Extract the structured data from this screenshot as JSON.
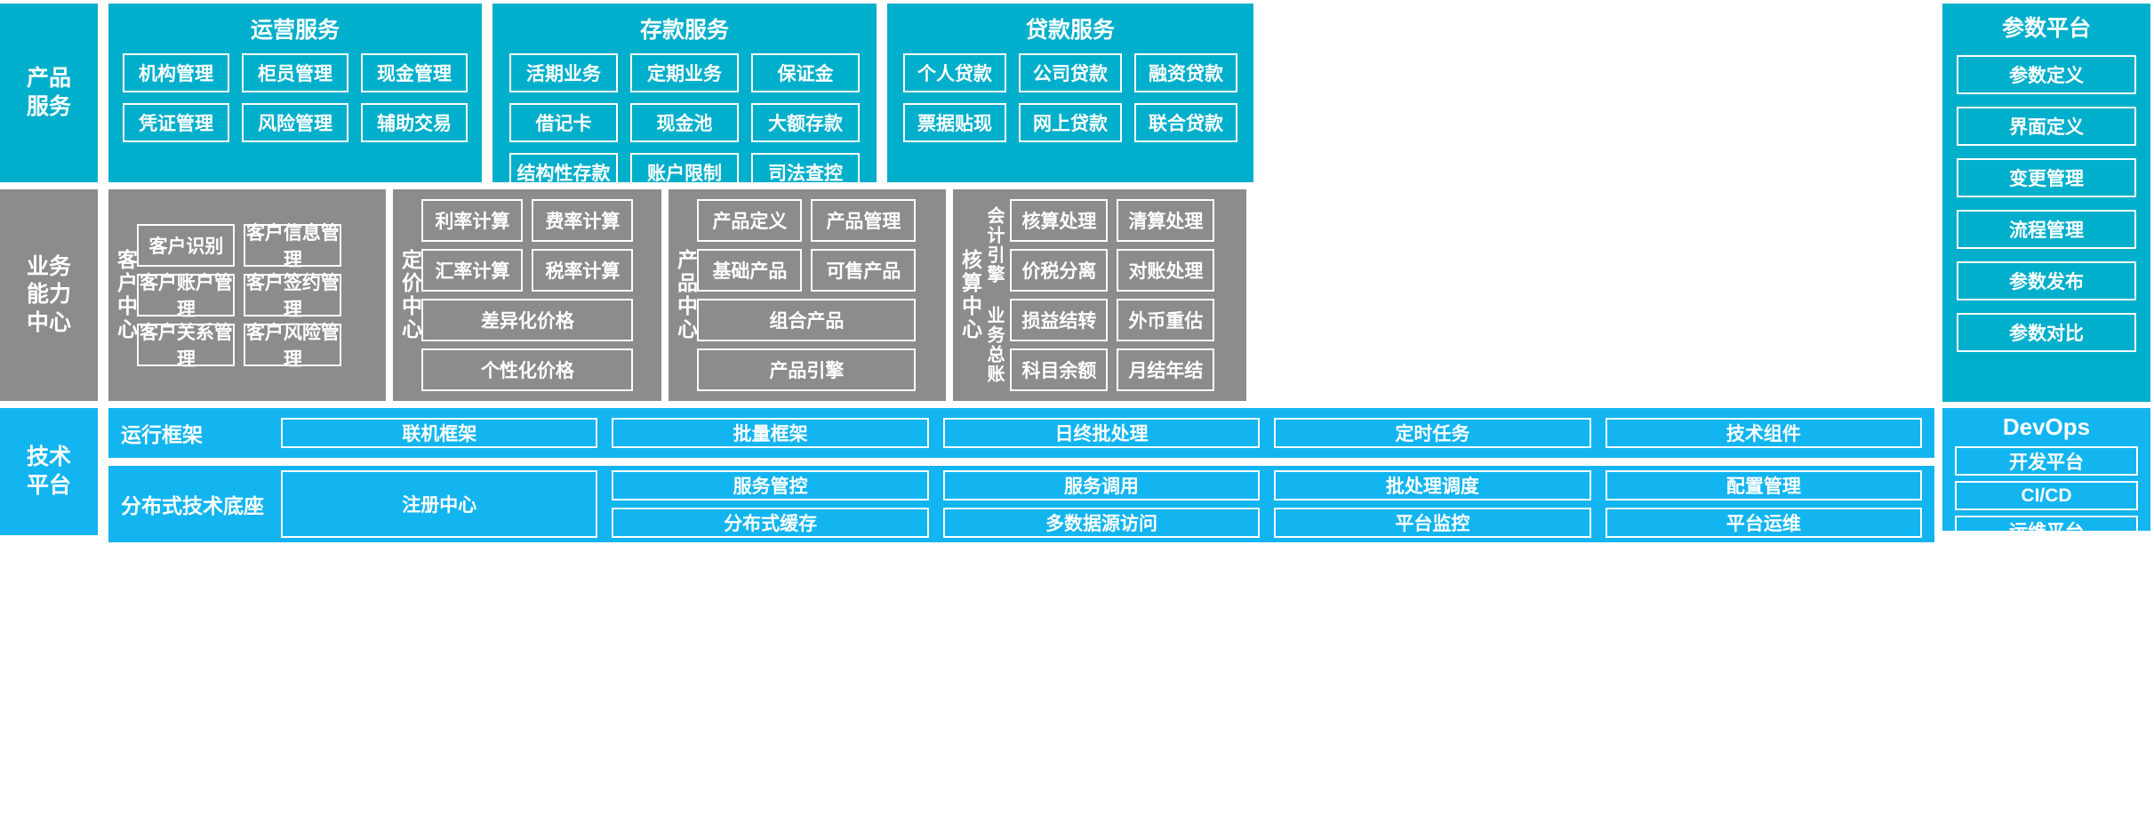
{
  "colors": {
    "teal": "#00AFCB",
    "grey": "#8C8C8C",
    "blue": "#12B5F0",
    "border": "#FFFFFF",
    "text": "#FFFFFF"
  },
  "layers": {
    "product_services": {
      "label": "产品\n服务",
      "label_lines": [
        "产品",
        "服务"
      ]
    },
    "business_capability": {
      "label_lines": [
        "业务",
        "能力",
        "中心"
      ]
    },
    "technology_platform": {
      "label_lines": [
        "技术",
        "平台"
      ]
    }
  },
  "product_services": {
    "groups": [
      {
        "title": "运营服务",
        "items": [
          "机构管理",
          "柜员管理",
          "现金管理",
          "凭证管理",
          "风险管理",
          "辅助交易"
        ]
      },
      {
        "title": "存款服务",
        "items": [
          "活期业务",
          "定期业务",
          "保证金",
          "借记卡",
          "现金池",
          "大额存款",
          "结构性存款",
          "账户限制",
          "司法查控"
        ]
      },
      {
        "title": "贷款服务",
        "items": [
          "个人贷款",
          "公司贷款",
          "融资贷款",
          "票据贴现",
          "网上贷款",
          "联合贷款"
        ]
      }
    ]
  },
  "parameter_platform": {
    "title": "参数平台",
    "items": [
      "参数定义",
      "界面定义",
      "变更管理",
      "流程管理",
      "参数发布",
      "参数对比"
    ]
  },
  "business_capability": {
    "centers": [
      {
        "name": "客户中心",
        "rows": [
          [
            "客户识别",
            "客户信息管理"
          ],
          [
            "客户账户管理",
            "客户签约管理"
          ],
          [
            "客户关系管理",
            "客户风险管理"
          ]
        ]
      },
      {
        "name": "定价中心",
        "rows": [
          [
            "利率计算",
            "费率计算"
          ],
          [
            "汇率计算",
            "税率计算"
          ],
          [
            "差异化价格"
          ],
          [
            "个性化价格"
          ]
        ]
      },
      {
        "name": "产品中心",
        "rows": [
          [
            "产品定义",
            "产品管理"
          ],
          [
            "基础产品",
            "可售产品"
          ],
          [
            "组合产品"
          ],
          [
            "产品引擎"
          ]
        ]
      },
      {
        "name": "核算中心",
        "subgroups": [
          {
            "name": "会计引擎",
            "rows": [
              [
                "核算处理",
                "清算处理"
              ],
              [
                "价税分离",
                "对账处理"
              ]
            ]
          },
          {
            "name": "业务总账",
            "rows": [
              [
                "损益结转",
                "外币重估"
              ],
              [
                "科目余额",
                "月结年结"
              ]
            ]
          }
        ]
      }
    ]
  },
  "technology_platform": {
    "bands": [
      {
        "name": "运行框架",
        "columns": [
          [
            "联机框架"
          ],
          [
            "批量框架"
          ],
          [
            "日终批处理"
          ],
          [
            "定时任务"
          ],
          [
            "技术组件"
          ]
        ]
      },
      {
        "name": "分布式技术底座",
        "columns": [
          [
            "注册中心"
          ],
          [
            "服务管控",
            "分布式缓存"
          ],
          [
            "服务调用",
            "多数据源访问"
          ],
          [
            "批处理调度",
            "平台监控"
          ],
          [
            "配置管理",
            "平台运维"
          ]
        ]
      }
    ]
  },
  "devops": {
    "title": "DevOps",
    "items": [
      "开发平台",
      "CI/CD",
      "运维平台"
    ]
  }
}
